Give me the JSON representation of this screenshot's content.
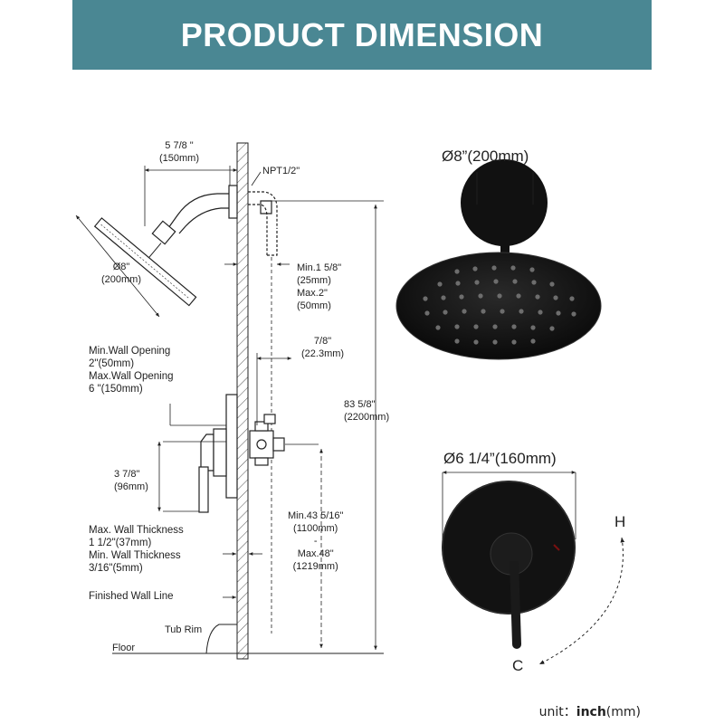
{
  "header": {
    "title": "PRODUCT DIMENSION"
  },
  "diagram": {
    "arm_length": [
      "5 7/8 \"",
      "(150mm)"
    ],
    "npt": "NPT1/2\"",
    "head_diameter": [
      "Ø8\"",
      "(200mm)"
    ],
    "arm_depth": [
      "Min.1 5/8\"",
      "(25mm)",
      "Max.2\"",
      "(50mm)"
    ],
    "valve_depth": [
      "7/8\"",
      "(22.3mm)"
    ],
    "wall_opening": [
      "Min.Wall Opening",
      "2\"(50mm)",
      "Max.Wall Opening",
      "6 \"(150mm)"
    ],
    "total_height": [
      "83 5/8\"",
      "(2200mm)"
    ],
    "valve_offset": [
      "3 7/8\"",
      "(96mm)"
    ],
    "valve_height": [
      "Min.43 5/16\"",
      "(1100mm)",
      "-",
      "Max.48\"",
      "(1219mm)"
    ],
    "wall_thickness": [
      "Max. Wall Thickness",
      "1 1/2\"(37mm)",
      "Min. Wall Thickness",
      "3/16\"(5mm)"
    ],
    "finished_wall": "Finished Wall Line",
    "tub_rim": "Tub Rim",
    "floor": "Floor"
  },
  "products": {
    "showerhead_diameter": "Ø8”(200mm)",
    "trim_diameter": "Ø6 1/4”(160mm)",
    "hot_label": "H",
    "cold_label": "C"
  },
  "footer": {
    "unit_prefix": "unit：",
    "unit_bold": "inch",
    "unit_suffix": "(mm)"
  },
  "colors": {
    "banner": "#4a8793",
    "fixture": "#141414",
    "text": "#222222"
  }
}
